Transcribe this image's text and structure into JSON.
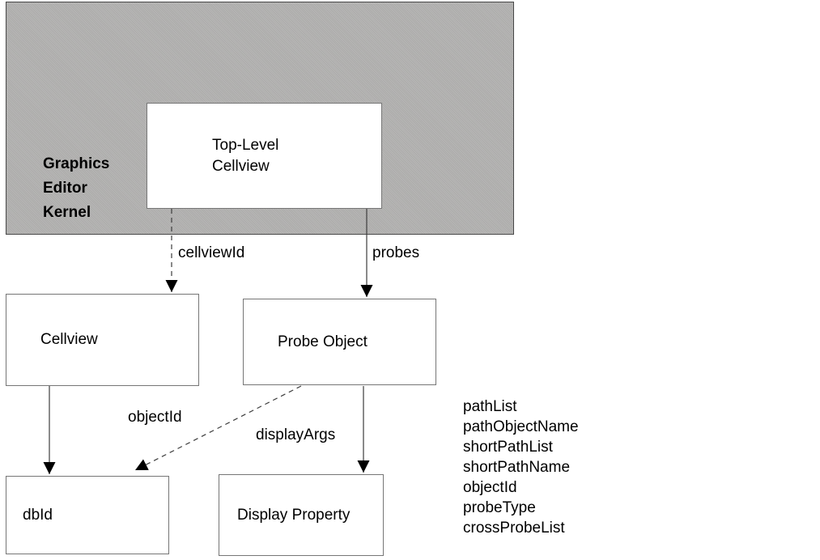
{
  "diagram": {
    "kernel": {
      "lines": [
        "Graphics",
        "Editor",
        "Kernel"
      ]
    },
    "nodes": {
      "top_level_cellview": {
        "lines": [
          "Top-Level",
          "Cellview"
        ]
      },
      "cellview": {
        "label": "Cellview"
      },
      "probe_object": {
        "label": "Probe Object"
      },
      "dbid": {
        "label": "dbId"
      },
      "display_property": {
        "label": "Display Property"
      }
    },
    "edges": {
      "cellviewid": {
        "label": "cellviewId",
        "style": "dashed",
        "from": "top_level_cellview",
        "to": "cellview"
      },
      "probes": {
        "label": "probes",
        "style": "solid",
        "from": "top_level_cellview",
        "to": "probe_object"
      },
      "objectid": {
        "label": "objectId",
        "style": "solid",
        "from": "cellview",
        "to": "dbid"
      },
      "probe_to_dbid": {
        "label": "",
        "style": "dashed",
        "from": "probe_object",
        "to": "dbid"
      },
      "displayargs": {
        "label": "displayArgs",
        "style": "solid",
        "from": "probe_object",
        "to": "display_property"
      }
    },
    "probe_properties": [
      "pathList",
      "pathObjectName",
      "shortPathList",
      "shortPathName",
      "objectId",
      "probeType",
      "crossProbeList"
    ],
    "colors": {
      "kernel_fill": "#b3b2b1",
      "kernel_border": "#484848",
      "node_fill": "#ffffff",
      "node_border": "#767676",
      "edge_line": "#3d3d3d",
      "arrowhead": "#000000",
      "text": "#111111"
    }
  }
}
